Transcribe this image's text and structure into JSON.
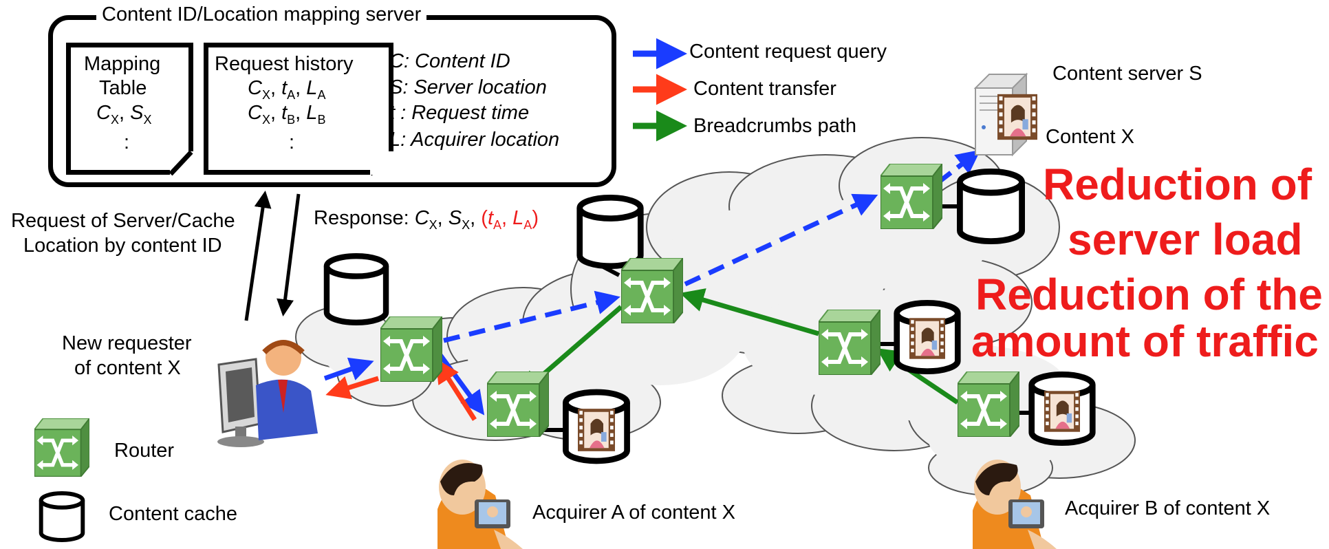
{
  "server": {
    "title": "Content ID/Location mapping server",
    "mapping_table": {
      "line1": "Mapping",
      "line2": "Table",
      "c": "C",
      "c_sub": "X",
      "s": "S",
      "s_sub": "X",
      "dots": ":"
    },
    "request_history": {
      "title": "Request history",
      "rows": [
        {
          "c": "C",
          "c_sub": "X",
          "t": "t",
          "t_sub": "A",
          "l": "L",
          "l_sub": "A"
        },
        {
          "c": "C",
          "c_sub": "X",
          "t": "t",
          "t_sub": "B",
          "l": "L",
          "l_sub": "B"
        }
      ],
      "dots": ":"
    },
    "definitions": [
      "C: Content ID",
      "S: Server location",
      "t :  Request time",
      "L:  Acquirer location"
    ]
  },
  "legend_arrows": [
    {
      "label": "Content request query",
      "color": "#1a3cff"
    },
    {
      "label": "Content transfer",
      "color": "#ff3b1a"
    },
    {
      "label": "Breadcrumbs path",
      "color": "#1a8a1a"
    }
  ],
  "labels": {
    "content_server": "Content server S",
    "content_x": "Content X",
    "request_line1": "Request of Server/Cache",
    "request_line2": "Location by content ID",
    "response_prefix": "Response: ",
    "new_requester_line1": "New requester",
    "new_requester_line2": "of content X",
    "acquirer_a": "Acquirer A of content X",
    "acquirer_b": "Acquirer B of content X"
  },
  "response": {
    "c": "C",
    "c_sub": "X",
    "s": "S",
    "s_sub": "X",
    "t": "t",
    "t_sub": "A",
    "l": "L",
    "l_sub": "A"
  },
  "highlight": [
    "Reduction of",
    "server load",
    "Reduction of the",
    "amount of traffic"
  ],
  "legend_icons": {
    "router": "Router",
    "cache": "Content cache"
  },
  "colors": {
    "query": "#1a3cff",
    "transfer": "#ff3b1a",
    "breadcrumbs": "#1a8a1a",
    "highlight": "#ee1c1c",
    "router": "#6bb35a"
  }
}
